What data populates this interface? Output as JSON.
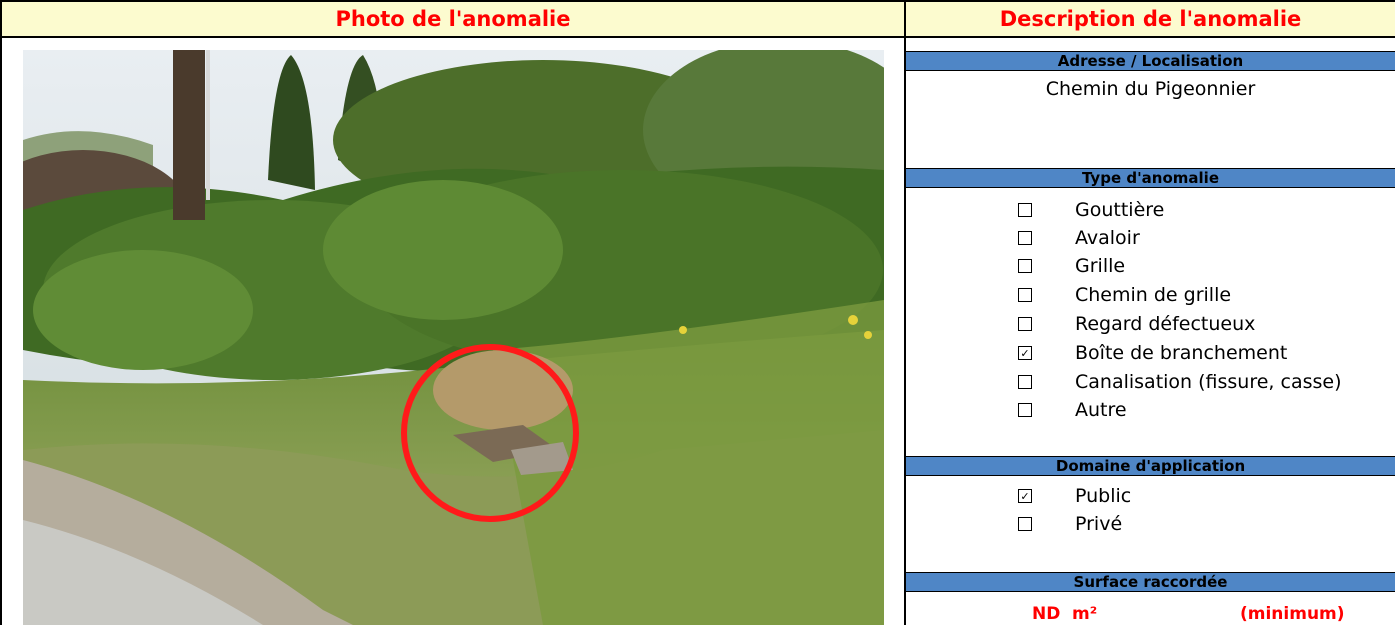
{
  "header": {
    "photo_title": "Photo de l'anomalie",
    "description_title": "Description de l'anomalie"
  },
  "address": {
    "section_title": "Adresse / Localisation",
    "value": "Chemin du Pigeonnier"
  },
  "anomaly_type": {
    "section_title": "Type d'anomalie",
    "options": [
      {
        "label": "Gouttière",
        "checked": false,
        "mark": ""
      },
      {
        "label": "Avaloir",
        "checked": false,
        "mark": ""
      },
      {
        "label": "Grille",
        "checked": false,
        "mark": ""
      },
      {
        "label": "Chemin de grille",
        "checked": false,
        "mark": ""
      },
      {
        "label": "Regard défectueux",
        "checked": false,
        "mark": ""
      },
      {
        "label": "Boîte de branchement",
        "checked": true,
        "mark": "✓"
      },
      {
        "label": "Canalisation (fissure, casse)",
        "checked": false,
        "mark": ""
      },
      {
        "label": "Autre",
        "checked": false,
        "mark": ""
      }
    ]
  },
  "application_domain": {
    "section_title": "Domaine d'application",
    "options": [
      {
        "label": "Public",
        "checked": true,
        "mark": "✓"
      },
      {
        "label": "Privé",
        "checked": false,
        "mark": ""
      }
    ]
  },
  "surface": {
    "section_title": "Surface raccordée",
    "value": "ND",
    "unit": "m²",
    "qualifier": "(minimum)"
  },
  "colors": {
    "title_red": "#ff0000",
    "header_bg": "#fcfbcf",
    "section_blue": "#4f86c6",
    "highlight_circle": "#ff1a1a"
  }
}
